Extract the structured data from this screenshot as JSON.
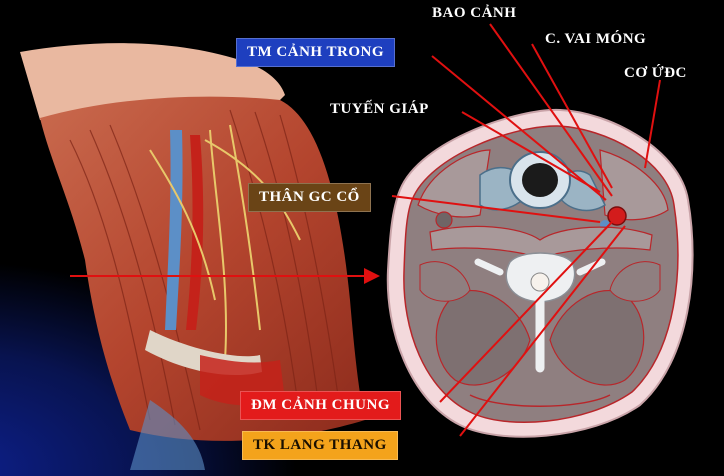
{
  "labels": {
    "bao_canh": "BAO CẢNH",
    "tm_canh_trong": "TM CẢNH TRONG",
    "c_vai_mong": "C. VAI MÓNG",
    "co_udc": "CƠ ỨĐC",
    "tuyen_giap": "TUYẾN GIÁP",
    "than_gc_co": "THÂN GC CỔ",
    "dm_canh_chung": "ĐM CẢNH CHUNG",
    "tk_lang_thang": "TK LANG THANG"
  },
  "colors": {
    "background": "#000000",
    "blue_label": "#1e3fbf",
    "brown_label": "#6a4416",
    "red_label": "#e31b1b",
    "orange_label": "#f4a31b",
    "pointer": "#e01010"
  }
}
